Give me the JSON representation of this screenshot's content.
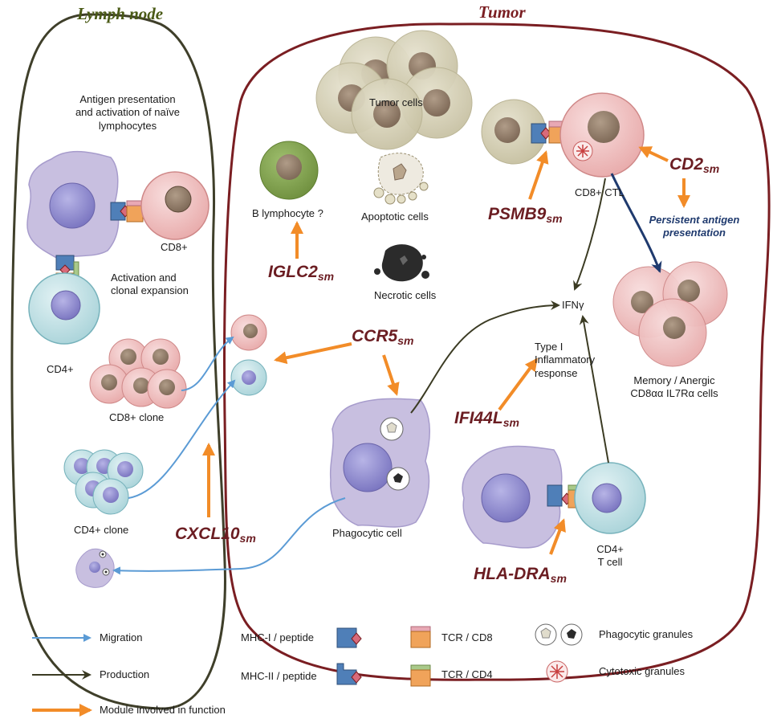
{
  "regions": {
    "lymph_node": "Lymph node",
    "tumor": "Tumor"
  },
  "colors": {
    "lymph_node_title": "#4a5a16",
    "tumor_title": "#7a1e22",
    "module": "#6b1d22",
    "migration": "#5b9bd5",
    "production": "#3b3b23",
    "module_arrow": "#f28c28",
    "persistent": "#1f3a6e"
  },
  "lymph_labels": {
    "antigen_presentation": [
      "Antigen presentation",
      "and activation of naïve",
      "lymphocytes"
    ],
    "cd8": "CD8+",
    "activation": [
      "Activation and",
      "clonal expansion"
    ],
    "cd4": "CD4+",
    "cd8_clone": "CD8+ clone",
    "cd4_clone": "CD4+ clone"
  },
  "tumor_labels": {
    "tumor_cells": "Tumor cells",
    "b_lymphocyte": "B lymphocyte ?",
    "apoptotic": "Apoptotic cells",
    "necrotic": "Necrotic cells",
    "cd8_ctl": "CD8+ CTL",
    "persistent": [
      "Persistent antigen",
      "presentation"
    ],
    "ifng": "IFNγ",
    "type1": [
      "Type I",
      "Inflammatory",
      "response"
    ],
    "memory": [
      "Memory / Anergic",
      "CD8αα IL7Rα cells"
    ],
    "phagocytic": "Phagocytic cell",
    "cd4_t": [
      "CD4+",
      "T cell"
    ]
  },
  "modules": {
    "iglc2": {
      "name": "IGLC2",
      "sub": "sm"
    },
    "psmb9": {
      "name": "PSMB9",
      "sub": "sm"
    },
    "cd2": {
      "name": "CD2",
      "sub": "sm"
    },
    "ccr5": {
      "name": "CCR5",
      "sub": "sm"
    },
    "ifi44l": {
      "name": "IFI44L",
      "sub": "sm"
    },
    "cxcl10": {
      "name": "CXCL10",
      "sub": "sm"
    },
    "hla_dra": {
      "name": "HLA-DRA",
      "sub": "sm"
    }
  },
  "legend": {
    "migration": "Migration",
    "production": "Production",
    "module": "Module involved in function",
    "mhc1": "MHC-I / peptide",
    "mhc2": "MHC-II / peptide",
    "tcr_cd8": "TCR / CD8",
    "tcr_cd4": "TCR / CD4",
    "phago_granules": "Phagocytic granules",
    "cyto_granules": "Cytotoxic granules"
  }
}
